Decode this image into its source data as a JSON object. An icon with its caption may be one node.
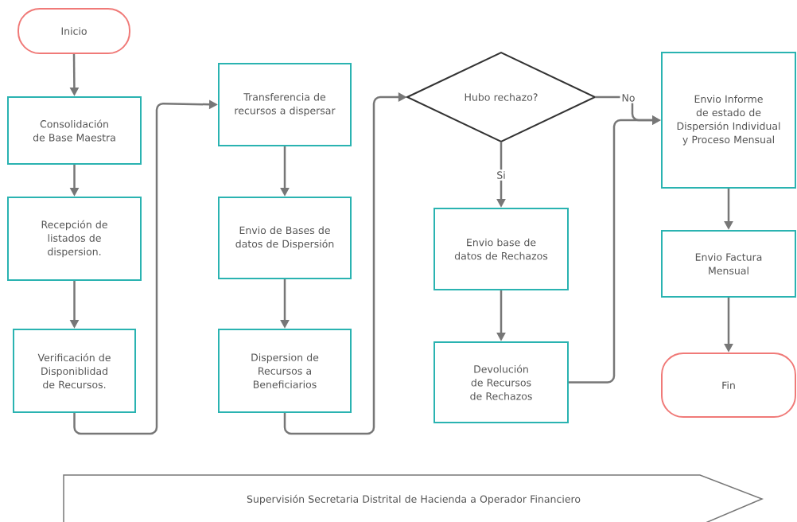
{
  "diagram": {
    "nodes": [
      {
        "text": [
          "Inicio"
        ]
      },
      {
        "text": [
          "Consolidación de Base Maestra"
        ]
      },
      {
        "text": [
          "Recepción de listados de dispersion."
        ]
      },
      {
        "text": [
          "Verificación de Disponiblidad de Recursos."
        ]
      },
      {
        "text": [
          "Transferencia de recursos a dispersar"
        ]
      },
      {
        "text": [
          "Envio de Bases de datos de Dispersión"
        ]
      },
      {
        "text": [
          "Dispersion de Recursos a Beneficiarios"
        ]
      },
      {
        "text": [
          "Hubo rechazo?"
        ]
      },
      {
        "text": [
          "Envio base de datos de Rechazos"
        ]
      },
      {
        "text": [
          "Devolución de Recursos de Rechazos"
        ]
      },
      {
        "text": [
          "Envio Informe de estado de Dispersión Individual y Proceso Mensual"
        ]
      },
      {
        "text": [
          "Envio Factura Mensual"
        ]
      },
      {
        "text": [
          "Fin"
        ]
      },
      {
        "text": [
          "Supervisión Secretaria Distrital de Hacienda a Operador Financiero"
        ]
      }
    ],
    "edges": [
      {
        "from": 0,
        "to": 1,
        "arrow": "to"
      },
      {
        "from": 1,
        "to": 2,
        "arrow": "to"
      },
      {
        "from": 2,
        "to": 3,
        "arrow": "to"
      },
      {
        "from": 3,
        "to": 4,
        "arrow": "to"
      },
      {
        "from": 4,
        "to": 5,
        "arrow": "to"
      },
      {
        "from": 5,
        "to": 6,
        "arrow": "to"
      },
      {
        "from": 6,
        "to": 7,
        "arrow": "to"
      },
      {
        "from": 7,
        "to": 8,
        "arrow": "to",
        "label": "Si"
      },
      {
        "from": 8,
        "to": 9,
        "arrow": "to"
      },
      {
        "from": 7,
        "to": 10,
        "arrow": "to",
        "label": "No"
      },
      {
        "from": 9,
        "to": 10,
        "arrow": "to"
      },
      {
        "from": 10,
        "to": 11,
        "arrow": "to"
      },
      {
        "from": 11,
        "to": 12,
        "arrow": "to"
      }
    ]
  }
}
